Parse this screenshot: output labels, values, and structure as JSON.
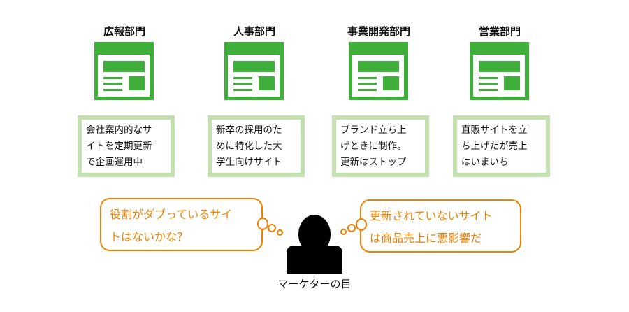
{
  "departments": [
    {
      "name": "広報部門",
      "desc": [
        "会社案内的なサ",
        "イトを定期更新",
        "で企画運用中"
      ]
    },
    {
      "name": "人事部門",
      "desc": [
        "新卒の採用のた",
        "めに特化した大",
        "学生向けサイト"
      ]
    },
    {
      "name": "事業開発部門",
      "desc": [
        "ブランド立ち上",
        "げときに制作。",
        "更新はストップ"
      ]
    },
    {
      "name": "営業部門",
      "desc": [
        "直販サイトを立",
        "ち上げたが売上",
        "はいまいち"
      ]
    }
  ],
  "thoughts": {
    "left": [
      "役割がダブっているサイ",
      "トはないかな？"
    ],
    "right": [
      "更新されていないサイト",
      "は商品売上に悪影響だ"
    ]
  },
  "person_label": "マーケターの目",
  "colors": {
    "green": "#3fae3a",
    "light_green": "#c5e0b0",
    "orange": "#f08000"
  }
}
